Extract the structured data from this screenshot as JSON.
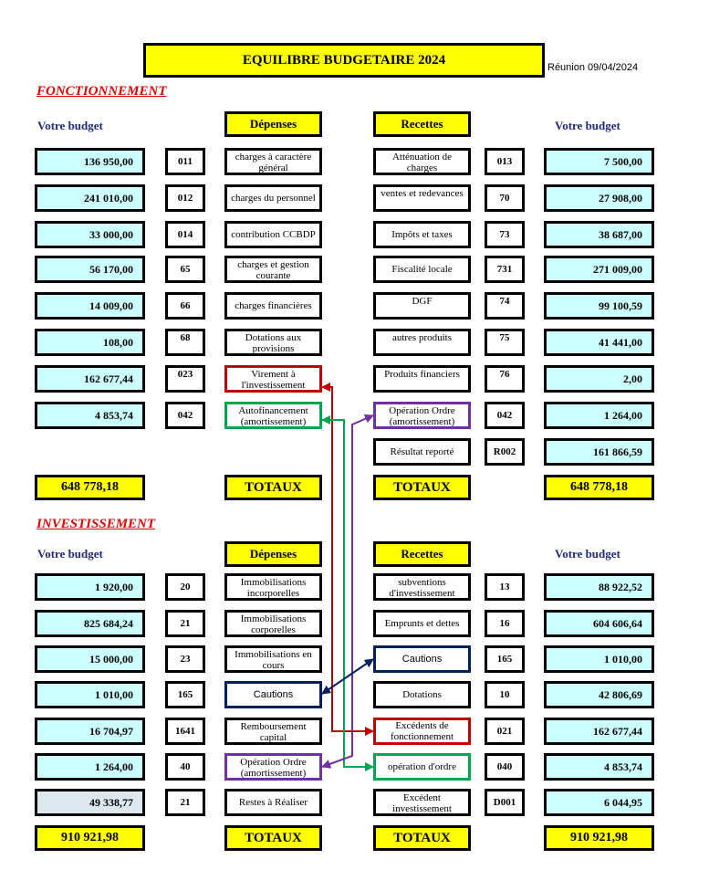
{
  "title": "EQUILIBRE BUDGETAIRE 2024",
  "reunion": "Réunion 09/04/2024",
  "colors": {
    "yellow": "#ffff00",
    "cyan": "#ccffff",
    "red": "#c00000",
    "green": "#00a550",
    "purple": "#7030a0",
    "navy": "#002060",
    "section": "#e00000"
  },
  "fonctionnement": {
    "section_title": "FONCTIONNEMENT",
    "votre_budget_left": "Votre budget",
    "votre_budget_right": "Votre budget",
    "depenses_header": "Dépenses",
    "recettes_header": "Recettes",
    "depenses": [
      {
        "value": "136 950,00",
        "code": "011",
        "label": "charges à caractère général"
      },
      {
        "value": "241 010,00",
        "code": "012",
        "label": "charges du personnel"
      },
      {
        "value": "33 000,00",
        "code": "014",
        "label": "contribution CCBDP"
      },
      {
        "value": "56 170,00",
        "code": "65",
        "label": "charges et gestion courante"
      },
      {
        "value": "14 009,00",
        "code": "66",
        "label": "charges financières"
      },
      {
        "value": "108,00",
        "code": "68",
        "label": "Dotations aux provisions"
      },
      {
        "value": "162 677,44",
        "code": "023",
        "label": "Virement à l'investissement"
      },
      {
        "value": "4 853,74",
        "code": "042",
        "label": "Autofinancement (amortissement)"
      }
    ],
    "recettes": [
      {
        "label": "Atténuation de charges",
        "code": "013",
        "value": "7 500,00"
      },
      {
        "label": "ventes et redevances",
        "code": "70",
        "value": "27 908,00"
      },
      {
        "label": "Impôts et taxes",
        "code": "73",
        "value": "38 687,00"
      },
      {
        "label": "Fiscalité locale",
        "code": "731",
        "value": "271 009,00"
      },
      {
        "label": "DGF",
        "code": "74",
        "value": "99 100,59"
      },
      {
        "label": "autres produits",
        "code": "75",
        "value": "41 441,00"
      },
      {
        "label": "Produits financiers",
        "code": "76",
        "value": "2,00"
      },
      {
        "label": "Opération Ordre (amortissement)",
        "code": "042",
        "value": "1 264,00"
      },
      {
        "label": "Résultat reporté",
        "code": "R002",
        "value": "161 866,59"
      }
    ],
    "total_left": "648 778,18",
    "totaux_dep": "TOTAUX",
    "totaux_rec": "TOTAUX",
    "total_right": "648 778,18"
  },
  "investissement": {
    "section_title": "INVESTISSEMENT",
    "votre_budget_left": "Votre budget",
    "votre_budget_right": "Votre budget",
    "depenses_header": "Dépenses",
    "recettes_header": "Recettes",
    "depenses": [
      {
        "value": "1 920,00",
        "code": "20",
        "label": "Immobilisations incorporelles"
      },
      {
        "value": "825 684,24",
        "code": "21",
        "label": "Immobilisations corporelles"
      },
      {
        "value": "15 000,00",
        "code": "23",
        "label": "Immobilisations en cours"
      },
      {
        "value": "1 010,00",
        "code": "165",
        "label": "Cautions"
      },
      {
        "value": "16 704,97",
        "code": "1641",
        "label": "Remboursement capital"
      },
      {
        "value": "1 264,00",
        "code": "40",
        "label": "Opération Ordre (amortissement)"
      },
      {
        "value": "49 338,77",
        "code": "21",
        "label": "Restes à Réaliser"
      }
    ],
    "recettes": [
      {
        "label": "subventions d'investissement",
        "code": "13",
        "value": "88 922,52"
      },
      {
        "label": "Emprunts et dettes",
        "code": "16",
        "value": "604 606,64"
      },
      {
        "label": "Cautions",
        "code": "165",
        "value": "1 010,00"
      },
      {
        "label": "Dotations",
        "code": "10",
        "value": "42 806,69"
      },
      {
        "label": "Excédents de fonctionnement",
        "code": "021",
        "value": "162 677,44"
      },
      {
        "label": "opération d'ordre",
        "code": "040",
        "value": "4 853,74"
      },
      {
        "label": "Excédent investissement",
        "code": "D001",
        "value": "6 044,95"
      }
    ],
    "total_left": "910 921,98",
    "totaux_dep": "TOTAUX",
    "totaux_rec": "TOTAUX",
    "total_right": "910 921,98"
  }
}
